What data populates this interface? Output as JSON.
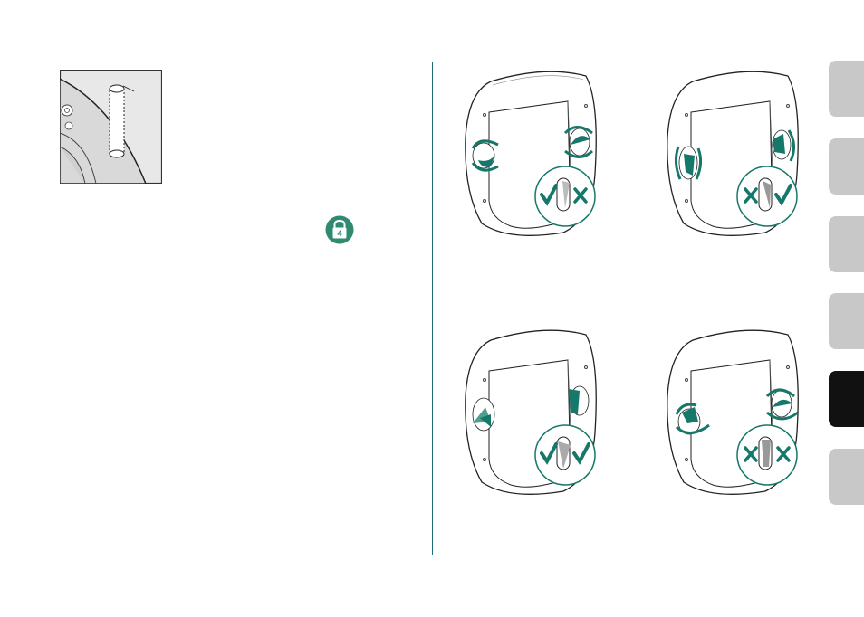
{
  "lock_icon": {
    "number": "4",
    "color": "#2f8a70"
  },
  "colors": {
    "teal": "#16786a",
    "divider": "#1d6d7e",
    "tab_gray": "#c8c8c8",
    "tab_active": "#111111"
  },
  "icons": {
    "check": "check-icon",
    "cross": "cross-icon",
    "lock": "padlock-icon"
  },
  "side_tabs": {
    "count": 6,
    "active_index": 4
  },
  "door_panels": [
    {
      "left_marker": "check",
      "right_marker": "cross",
      "rotation": "both-knobs-rotating"
    },
    {
      "left_marker": "cross",
      "right_marker": "check",
      "rotation": "both-knobs-rotating"
    },
    {
      "left_marker": "check",
      "right_marker": "check",
      "rotation": "knobs-sideways"
    },
    {
      "left_marker": "cross",
      "right_marker": "cross",
      "rotation": "both-knobs-rotating"
    }
  ]
}
